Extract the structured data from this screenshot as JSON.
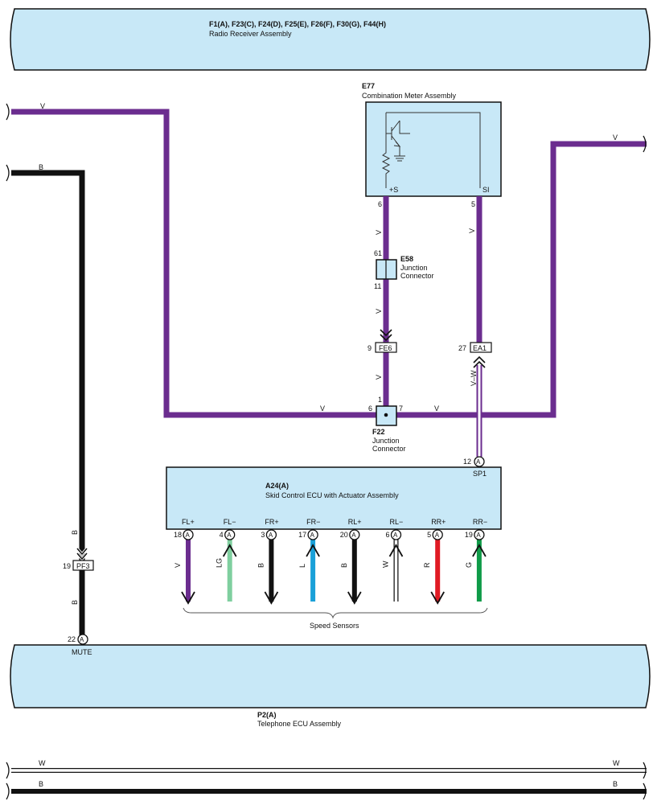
{
  "radio": {
    "ref": "F1(A), F23(C), F24(D), F25(E), F26(F), F30(G), F44(H)",
    "name": "Radio Receiver Assembly"
  },
  "meter": {
    "ref": "E77",
    "name": "Combination Meter Assembly",
    "pin_s": "+S",
    "pin_si": "SI",
    "pin6": "6",
    "pin5": "5"
  },
  "e58": {
    "ref": "E58",
    "line1": "Junction",
    "line2": "Connector",
    "top_pin": "61",
    "bottom_pin": "11"
  },
  "fe6": {
    "label": "FE6",
    "pin": "9"
  },
  "ea1": {
    "label": "EA1",
    "pin": "27"
  },
  "f22": {
    "ref": "F22",
    "line1": "Junction",
    "line2": "Connector",
    "pin_top": "1",
    "pin_left": "6",
    "pin_right": "7"
  },
  "skid": {
    "ref": "A24(A)",
    "name": "Skid Control ECU with Actuator Assembly",
    "sp1_pin": "12",
    "sp1_name": "SP1",
    "connector_letter": "A",
    "terminals": [
      {
        "name": "FL+",
        "pin": "18",
        "wire": "V",
        "color": "#6b2d8f",
        "dir": "down"
      },
      {
        "name": "FL−",
        "pin": "4",
        "wire": "LG",
        "color": "#7fcf9f",
        "dir": "up"
      },
      {
        "name": "FR+",
        "pin": "3",
        "wire": "B",
        "color": "#111111",
        "dir": "down"
      },
      {
        "name": "FR−",
        "pin": "17",
        "wire": "L",
        "color": "#1aa0d8",
        "dir": "up"
      },
      {
        "name": "RL+",
        "pin": "20",
        "wire": "B",
        "color": "#111111",
        "dir": "down"
      },
      {
        "name": "RL−",
        "pin": "6",
        "wire": "W",
        "color": "#ffffff",
        "dir": "up"
      },
      {
        "name": "RR+",
        "pin": "5",
        "wire": "R",
        "color": "#e01b24",
        "dir": "down"
      },
      {
        "name": "RR−",
        "pin": "19",
        "wire": "G",
        "color": "#0f9b48",
        "dir": "up"
      }
    ],
    "speed_sensors": "Speed Sensors"
  },
  "pf3": {
    "label": "PF3",
    "pin": "19"
  },
  "phone": {
    "ref": "P2(A)",
    "name": "Telephone ECU Assembly",
    "mute_pin": "22",
    "mute_name": "MUTE",
    "connector_letter": "A"
  },
  "wires": {
    "v_top_left": "V",
    "b_top_left": "B",
    "v_top_right": "V",
    "v_e58_upper": "V",
    "v_e58_lower": "V",
    "v_fe6_lower": "V",
    "v_si": "V",
    "v_bus_left": "V",
    "v_bus_right": "V",
    "vw": "V–W",
    "b_upper": "B",
    "b_lower": "B",
    "w_bottom_left": "W",
    "w_bottom_right": "W",
    "b_bottom_left": "B",
    "b_bottom_right": "B"
  },
  "colors": {
    "violet": "#6b2d8f",
    "black": "#111111",
    "box_fill": "#c8e8f7"
  }
}
